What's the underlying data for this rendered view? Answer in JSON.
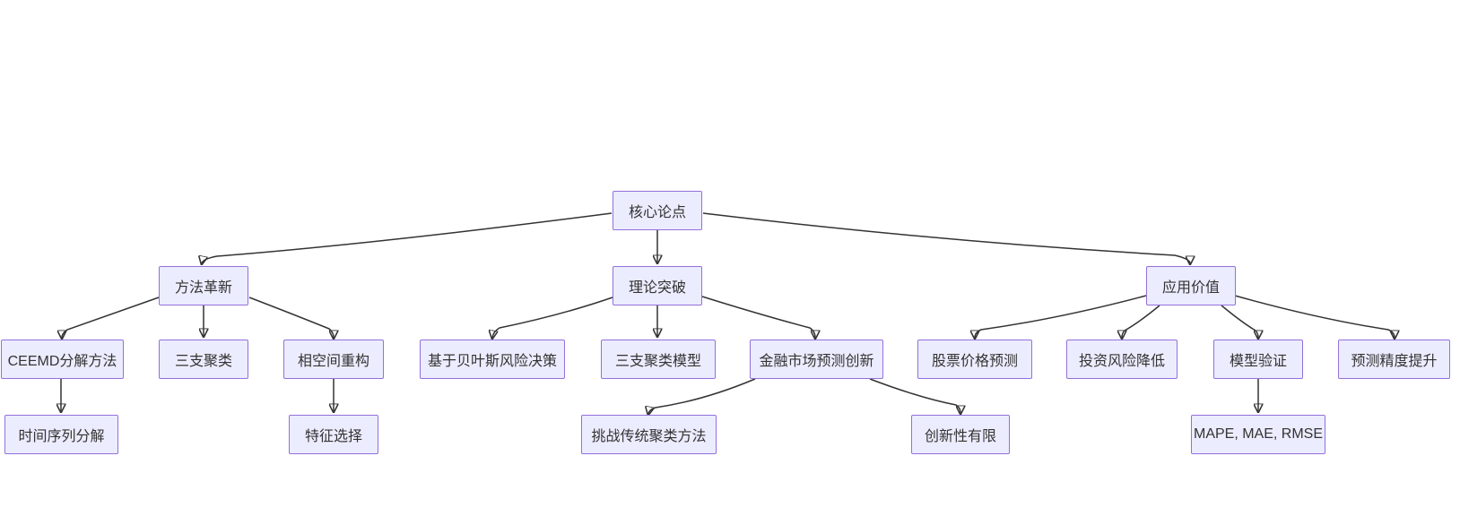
{
  "diagram": {
    "type": "flowchart-top-down",
    "colors": {
      "background": "#ffffff",
      "node_fill": "#ECECFF",
      "node_border": "#9370DB",
      "node_text": "#333333",
      "edge": "#333333"
    },
    "nodes": {
      "core": {
        "label": "核心论点"
      },
      "method": {
        "label": "方法革新"
      },
      "theory": {
        "label": "理论突破"
      },
      "application": {
        "label": "应用价值"
      },
      "ceemd": {
        "label": "CEEMD分解方法"
      },
      "three_way": {
        "label": "三支聚类"
      },
      "phase_space": {
        "label": "相空间重构"
      },
      "bayes": {
        "label": "基于贝叶斯风险决策"
      },
      "three_way_model": {
        "label": "三支聚类模型"
      },
      "finance_innovation": {
        "label": "金融市场预测创新"
      },
      "stock_prediction": {
        "label": "股票价格预测"
      },
      "risk_reduction": {
        "label": "投资风险降低"
      },
      "model_validation": {
        "label": "模型验证"
      },
      "accuracy": {
        "label": "预测精度提升"
      },
      "time_series": {
        "label": "时间序列分解"
      },
      "feature_selection": {
        "label": "特征选择"
      },
      "challenge": {
        "label": "挑战传统聚类方法"
      },
      "limited_novelty": {
        "label": "创新性有限"
      },
      "metrics": {
        "label": "MAPE, MAE, RMSE"
      }
    },
    "edges": [
      {
        "from": "core",
        "to": "method"
      },
      {
        "from": "core",
        "to": "theory"
      },
      {
        "from": "core",
        "to": "application"
      },
      {
        "from": "method",
        "to": "ceemd"
      },
      {
        "from": "method",
        "to": "three_way"
      },
      {
        "from": "method",
        "to": "phase_space"
      },
      {
        "from": "theory",
        "to": "bayes"
      },
      {
        "from": "theory",
        "to": "three_way_model"
      },
      {
        "from": "theory",
        "to": "finance_innovation"
      },
      {
        "from": "application",
        "to": "stock_prediction"
      },
      {
        "from": "application",
        "to": "risk_reduction"
      },
      {
        "from": "application",
        "to": "model_validation"
      },
      {
        "from": "application",
        "to": "accuracy"
      },
      {
        "from": "ceemd",
        "to": "time_series"
      },
      {
        "from": "phase_space",
        "to": "feature_selection"
      },
      {
        "from": "finance_innovation",
        "to": "challenge"
      },
      {
        "from": "finance_innovation",
        "to": "limited_novelty"
      },
      {
        "from": "model_validation",
        "to": "metrics"
      }
    ]
  }
}
